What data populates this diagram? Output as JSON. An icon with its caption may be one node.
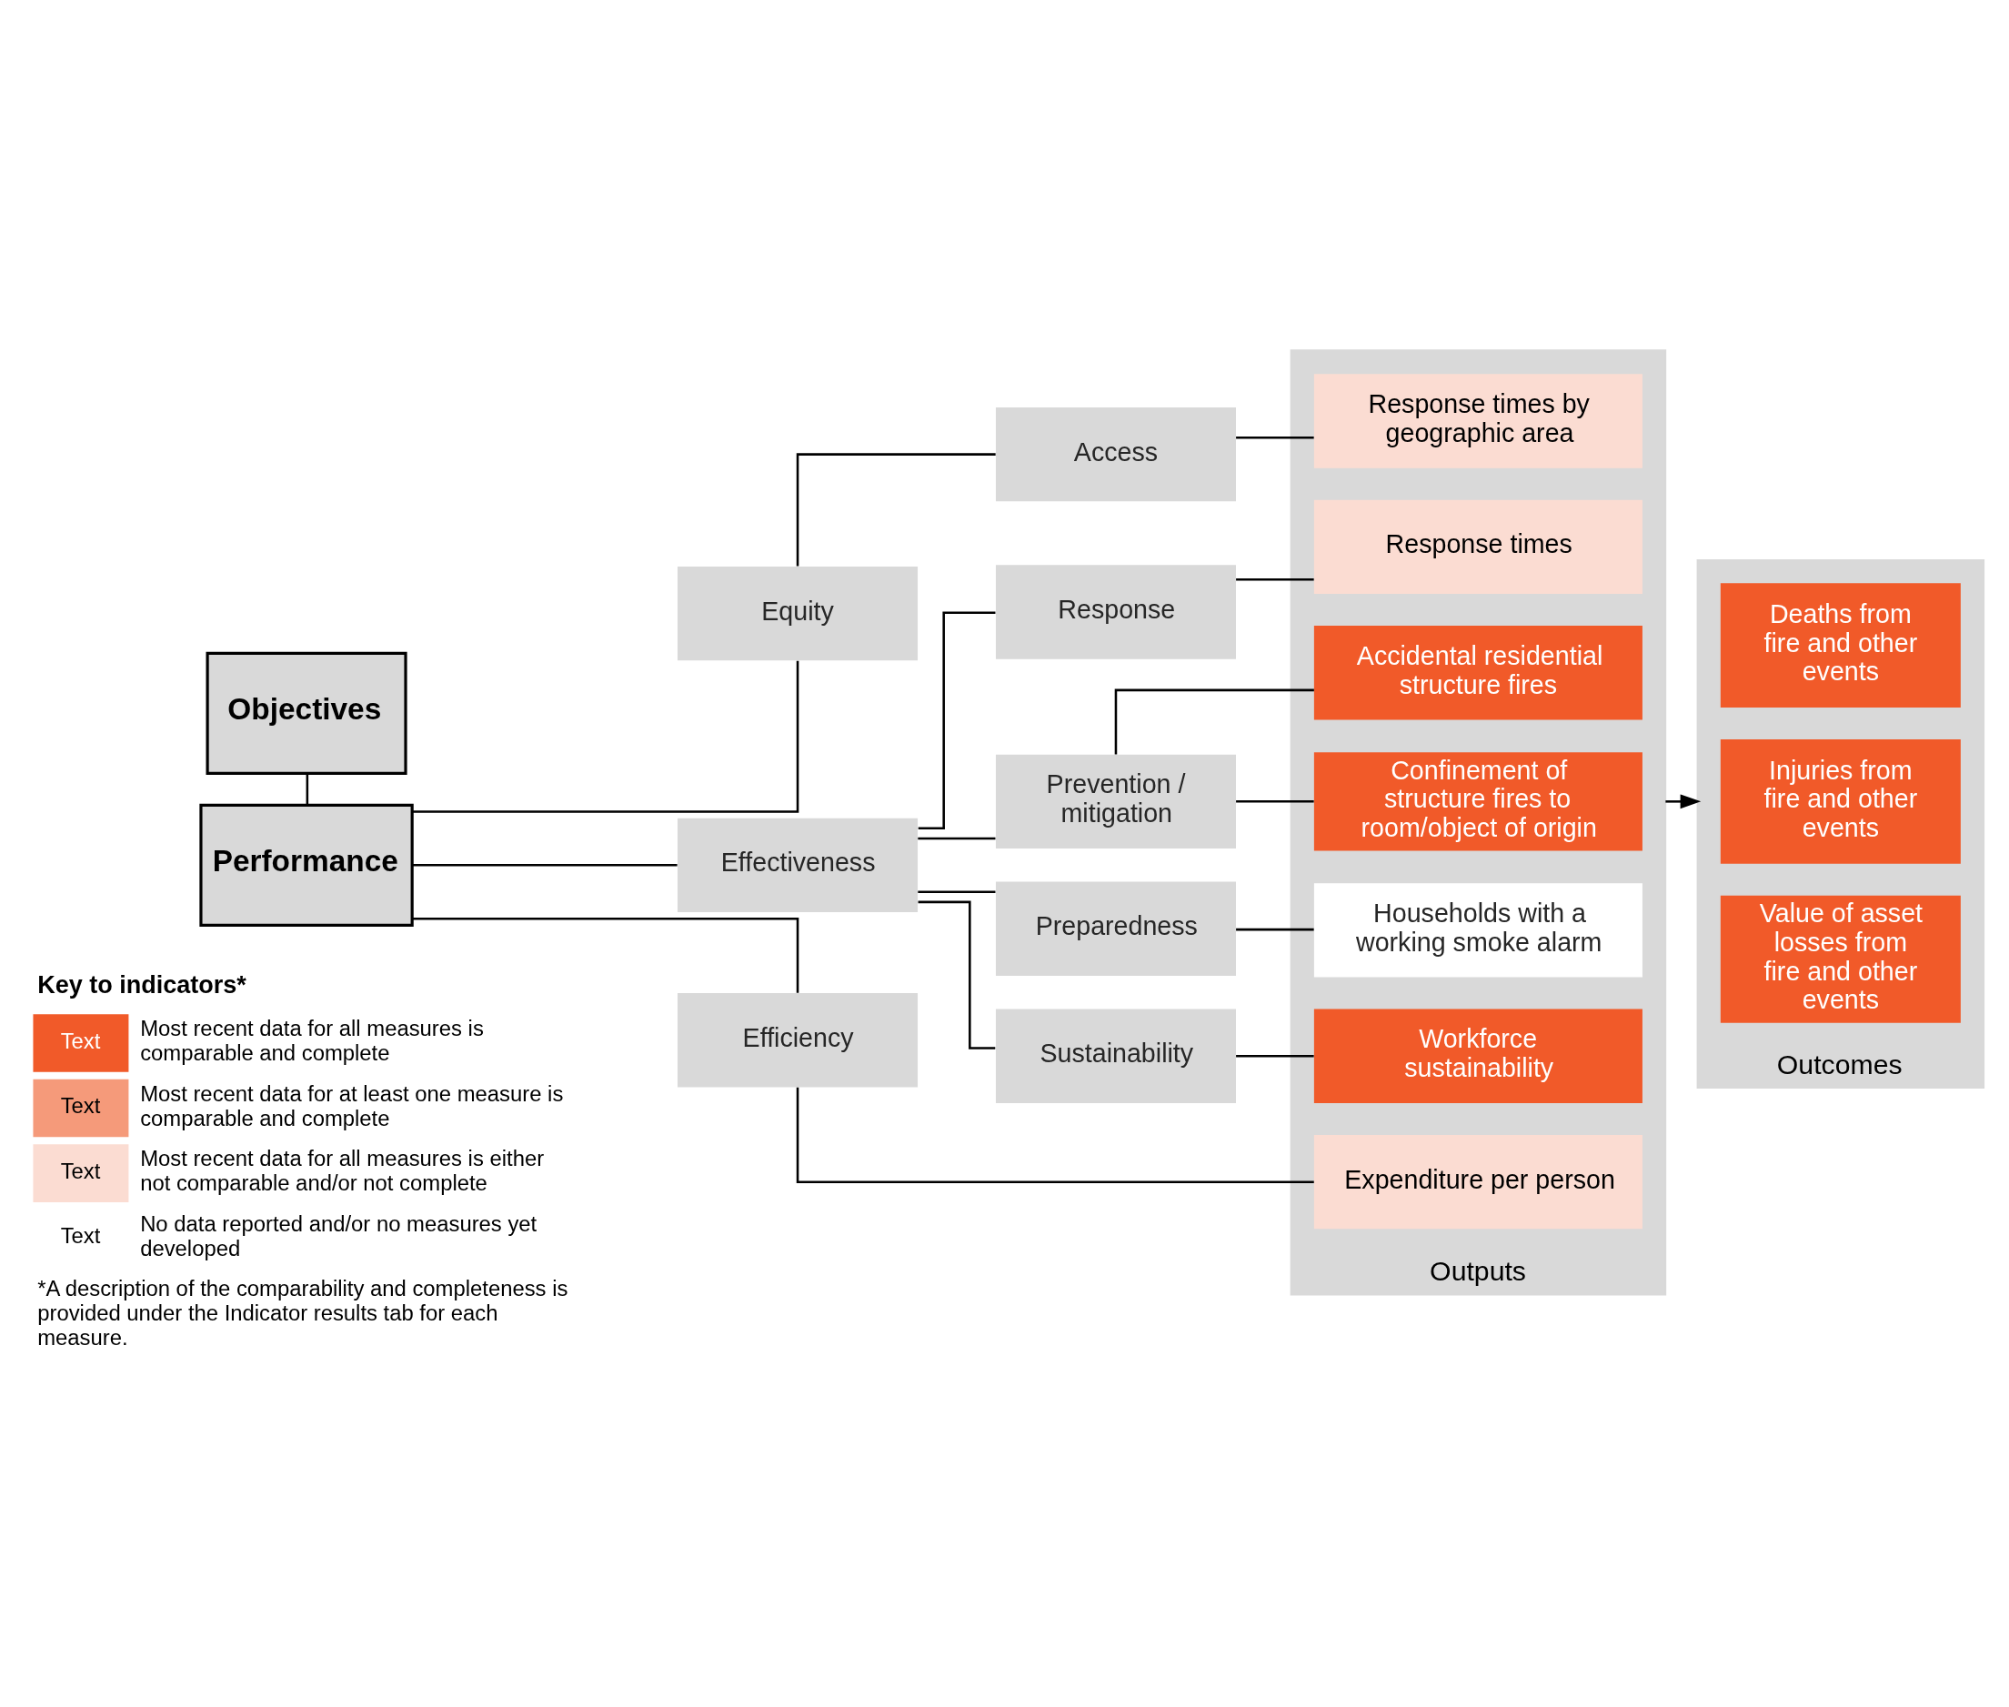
{
  "diagram": {
    "nodes": [
      {
        "text": [
          "Objectives"
        ]
      },
      {
        "text": [
          "Performance"
        ]
      },
      {
        "text": [
          "Equity"
        ]
      },
      {
        "text": [
          "Effectiveness"
        ]
      },
      {
        "text": [
          "Efficiency"
        ]
      },
      {
        "text": [
          "Access"
        ]
      },
      {
        "text": [
          "Response"
        ]
      },
      {
        "text": [
          "Prevention / mitigation"
        ]
      },
      {
        "text": [
          "Preparedness"
        ]
      },
      {
        "text": [
          "Sustainability"
        ]
      },
      {
        "text": [
          "Outputs"
        ]
      },
      {
        "text": [
          "Response times by geographic area"
        ],
        "in": 10
      },
      {
        "text": [
          "Response times"
        ],
        "in": 10
      },
      {
        "text": [
          "Accidental residential structure fires"
        ],
        "in": 10
      },
      {
        "text": [
          "Confinement of structure fires to room/object of origin"
        ],
        "in": 10
      },
      {
        "text": [
          "Households with a working smoke alarm"
        ],
        "in": 10
      },
      {
        "text": [
          "Workforce sustainability"
        ],
        "in": 10
      },
      {
        "text": [
          "Expenditure per person"
        ],
        "in": 10
      },
      {
        "text": [
          "Outcomes"
        ]
      },
      {
        "text": [
          "Deaths from fire and other events"
        ],
        "in": 18
      },
      {
        "text": [
          "Injuries from fire and other events"
        ],
        "in": 18
      },
      {
        "text": [
          "Value of asset losses from fire and other events"
        ],
        "in": 18
      }
    ],
    "edges": [
      {
        "from": 0,
        "to": 1,
        "arrow": "none"
      },
      {
        "from": 1,
        "to": 2,
        "arrow": "none"
      },
      {
        "from": 1,
        "to": 3,
        "arrow": "none"
      },
      {
        "from": 1,
        "to": 4,
        "arrow": "none"
      },
      {
        "from": 2,
        "to": 5,
        "arrow": "none"
      },
      {
        "from": 3,
        "to": 6,
        "arrow": "none"
      },
      {
        "from": 3,
        "to": 7,
        "arrow": "none"
      },
      {
        "from": 3,
        "to": 8,
        "arrow": "none"
      },
      {
        "from": 3,
        "to": 9,
        "arrow": "none"
      },
      {
        "from": 5,
        "to": 11,
        "arrow": "none"
      },
      {
        "from": 6,
        "to": 12,
        "arrow": "none"
      },
      {
        "from": 7,
        "to": 13,
        "arrow": "none"
      },
      {
        "from": 7,
        "to": 14,
        "arrow": "none"
      },
      {
        "from": 8,
        "to": 15,
        "arrow": "none"
      },
      {
        "from": 9,
        "to": 16,
        "arrow": "none"
      },
      {
        "from": 4,
        "to": 17,
        "arrow": "none"
      },
      {
        "from": 10,
        "to": 18,
        "arrow": "to"
      }
    ],
    "labels": [
      "Key to indicators*",
      "Text",
      "Text",
      "Text",
      "Text",
      "*A description of the comparability and completeness is provided under the Indicator results tab for each measure."
    ],
    "legend": [
      {
        "text": "Most recent data for all measures is comparable and complete",
        "color": "#f15a29"
      },
      {
        "text": "Most recent data for at least one measure is comparable and complete",
        "color": "#f59a7a"
      },
      {
        "text": "Most recent data for all measures is either not comparable and/or not complete",
        "color": "#fbdcd2"
      },
      {
        "text": "No data reported and/or no measures yet developed",
        "color": "#ffffff"
      }
    ]
  }
}
